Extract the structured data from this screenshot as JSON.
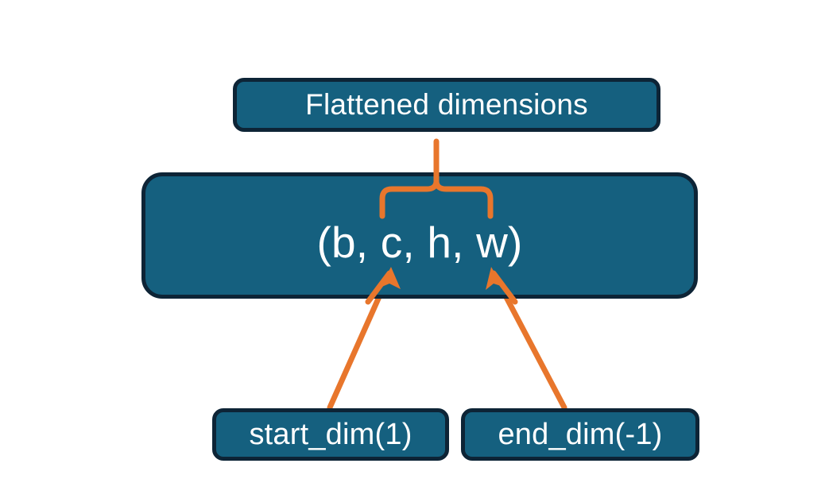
{
  "diagram": {
    "title_box": {
      "label": "Flattened dimensions"
    },
    "shape_box": {
      "label": "(b, c, h, w)"
    },
    "start_box": {
      "label": "start_dim(1)"
    },
    "end_box": {
      "label": "end_dim(-1)"
    },
    "colors": {
      "box_fill": "#15607f",
      "box_border": "#0d2436",
      "text": "#ffffff",
      "accent": "#e8762c",
      "background": "#ffffff"
    },
    "connectors": {
      "brace_label": "curly-brace-grouping-c-h-w",
      "arrow_start_label": "arrow-start-dim-to-c",
      "arrow_end_label": "arrow-end-dim-to-w"
    }
  }
}
